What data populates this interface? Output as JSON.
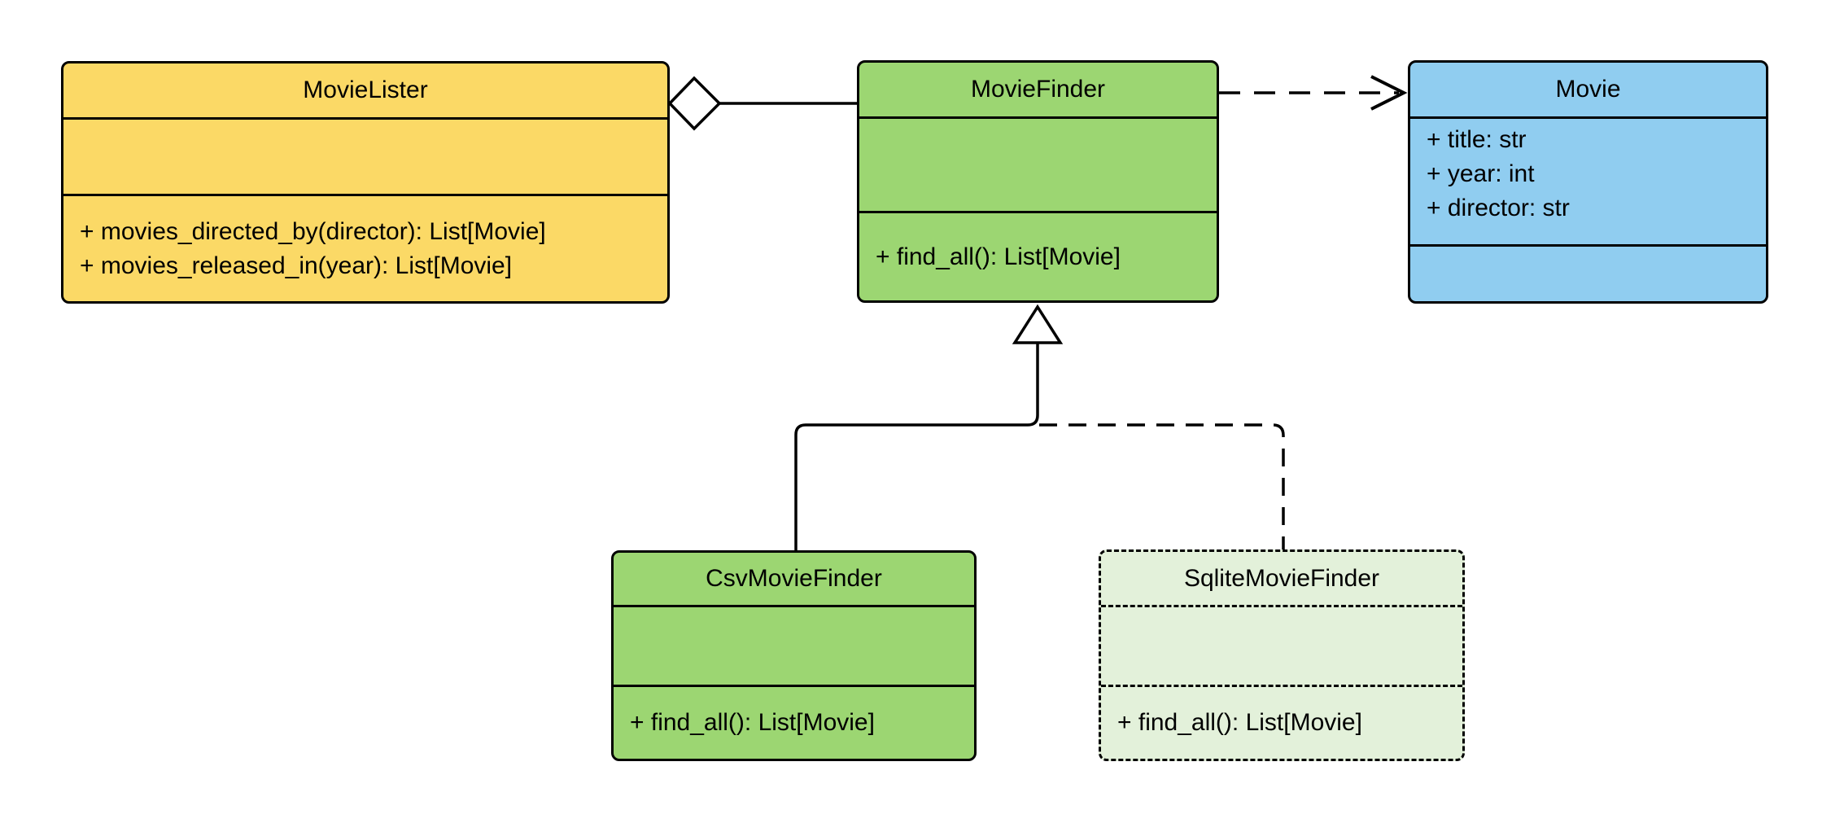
{
  "diagram": {
    "kind": "uml-class-diagram",
    "background_color": "#ffffff",
    "line_color": "#000000",
    "text_color": "#000000",
    "classes": {
      "movie_lister": {
        "name": "MovieLister",
        "fill": "#FBD966",
        "border": "solid",
        "attributes": [],
        "methods": [
          "+ movies_directed_by(director): List[Movie]",
          "+ movies_released_in(year): List[Movie]"
        ]
      },
      "movie_finder": {
        "name": "MovieFinder",
        "fill": "#9CD672",
        "border": "solid",
        "attributes": [],
        "methods": [
          "+ find_all(): List[Movie]"
        ]
      },
      "movie": {
        "name": "Movie",
        "fill": "#90CDF0",
        "border": "solid",
        "attributes": [
          "+ title: str",
          "+ year: int",
          "+ director: str"
        ],
        "methods": []
      },
      "csv_movie_finder": {
        "name": "CsvMovieFinder",
        "fill": "#9CD672",
        "border": "solid",
        "attributes": [],
        "methods": [
          "+ find_all(): List[Movie]"
        ]
      },
      "sqlite_movie_finder": {
        "name": "SqliteMovieFinder",
        "fill": "#E3F1DA",
        "border": "dashed",
        "attributes": [],
        "methods": [
          "+ find_all(): List[Movie]"
        ]
      }
    },
    "relationships": [
      {
        "type": "aggregation",
        "from": "MovieLister",
        "to": "MovieFinder",
        "line": "solid",
        "marker": "hollow-diamond at MovieLister"
      },
      {
        "type": "dependency",
        "from": "MovieFinder",
        "to": "Movie",
        "line": "dashed",
        "marker": "open-arrow at Movie"
      },
      {
        "type": "generalization",
        "from": "CsvMovieFinder",
        "to": "MovieFinder",
        "line": "solid",
        "marker": "hollow-triangle at MovieFinder"
      },
      {
        "type": "generalization",
        "from": "SqliteMovieFinder",
        "to": "MovieFinder",
        "line": "dashed",
        "marker": "hollow-triangle at MovieFinder"
      }
    ]
  }
}
